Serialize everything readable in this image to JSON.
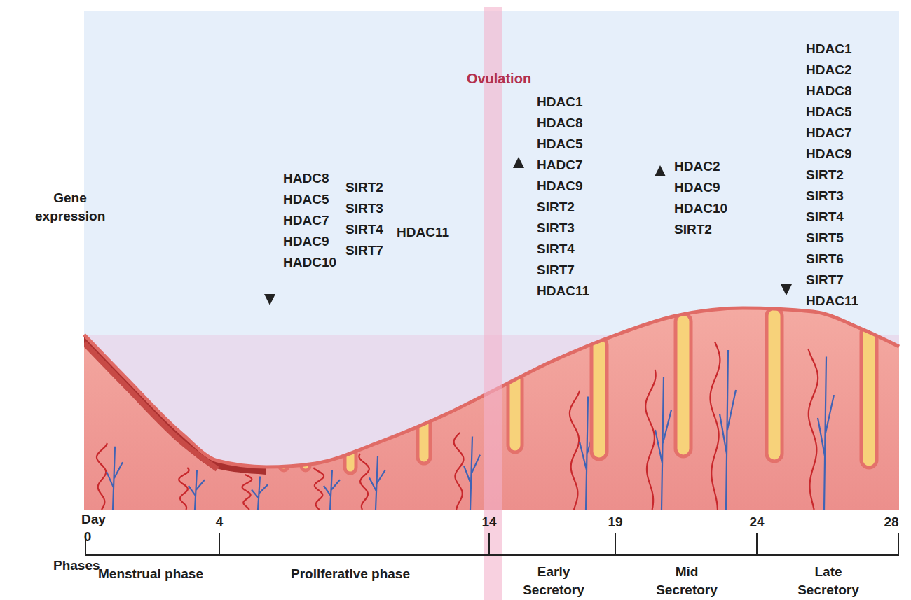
{
  "diagram": {
    "labels": [
      "Ovulation",
      "Gene expression",
      "HADC8",
      "HDAC5",
      "HDAC7",
      "HDAC9",
      "HADC10",
      "SIRT2",
      "SIRT3",
      "SIRT4",
      "SIRT7",
      "HDAC11",
      "HDAC1",
      "HDAC8",
      "HDAC5",
      "HADC7",
      "HDAC9",
      "SIRT2",
      "SIRT3",
      "SIRT4",
      "SIRT7",
      "HDAC11",
      "HDAC2",
      "HDAC9",
      "HDAC10",
      "SIRT2",
      "HDAC1",
      "HDAC2",
      "HADC8",
      "HDAC5",
      "HDAC7",
      "HDAC9",
      "SIRT2",
      "SIRT3",
      "SIRT4",
      "SIRT5",
      "SIRT6",
      "SIRT7",
      "HDAC11",
      "Day",
      "0",
      "4",
      "14",
      "19",
      "24",
      "28",
      "Phases",
      "Menstrual phase",
      "Proliferative phase",
      "Early Secretory",
      "Mid Secretory",
      "Late Secretory"
    ]
  }
}
